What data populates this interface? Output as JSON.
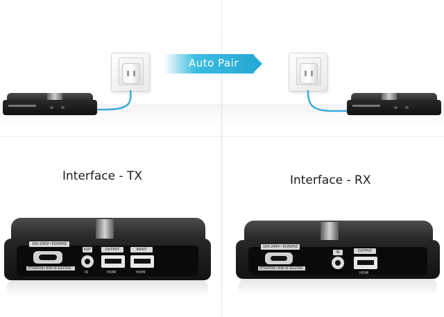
{
  "auto_pair": {
    "label": "Auto Pair",
    "color": "#27a9d6"
  },
  "sections": {
    "tx": {
      "label": "Interface - TX"
    },
    "rx": {
      "label": "Interface - RX"
    }
  },
  "tx_panel": {
    "voltage": "100-240V~50/60HZ",
    "warning": "ATTENTION / RISK OF ELECTRIC SHOCK",
    "ports": {
      "ir": "OUT",
      "ir_sub": "IR",
      "output": "OUTPUT",
      "output_sub": "HDMI",
      "input": "INPUT",
      "input_sub": "HDMI"
    }
  },
  "rx_panel": {
    "voltage": "100-240V~50/60HZ",
    "warning": "ATTENTION / RISK OF ELECTRIC SHOCK",
    "ports": {
      "ir": "IN",
      "output": "OUTPUT",
      "output_sub": "HDMI"
    }
  },
  "colors": {
    "cable": "#3aa8de",
    "device": "#1a1a1a"
  },
  "icons": {
    "wall_socket": "power-outlet-icon",
    "plug": "plug-icon"
  }
}
